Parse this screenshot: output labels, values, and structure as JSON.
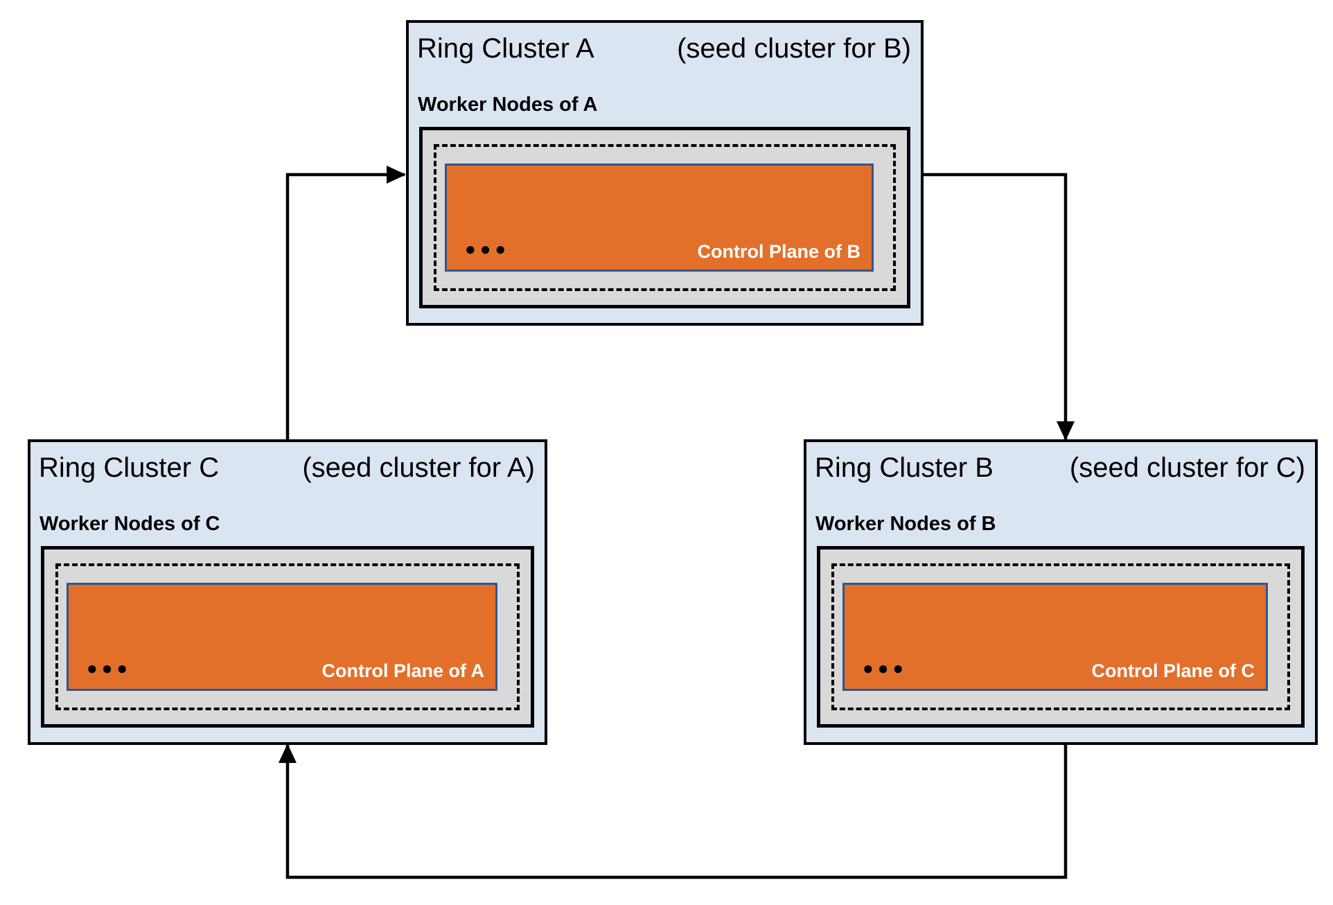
{
  "colors": {
    "page_background": "#ffffff",
    "cluster_fill": "#dbe5f2",
    "cluster_border": "#000000",
    "worker_panel_fill": "#d9d9d9",
    "dashed_boundary_color": "#000000",
    "control_plane_fill": "#e2702b",
    "control_plane_border": "#35548a",
    "control_plane_text": "#ffffff",
    "arrow_color": "#000000"
  },
  "clusters": [
    {
      "id": "A",
      "title": "Ring Cluster A",
      "seed_note": "(seed cluster for B)",
      "worker_label": "Worker Nodes of A",
      "control_plane_label": "Control Plane of B",
      "ellipsis": "●●●"
    },
    {
      "id": "C",
      "title": "Ring Cluster C",
      "seed_note": "(seed cluster for A)",
      "worker_label": "Worker Nodes of C",
      "control_plane_label": "Control Plane of A",
      "ellipsis": "●●●"
    },
    {
      "id": "B",
      "title": "Ring Cluster B",
      "seed_note": "(seed cluster for C)",
      "worker_label": "Worker Nodes of B",
      "control_plane_label": "Control Plane of C",
      "ellipsis": "●●●"
    }
  ],
  "arrows": [
    {
      "from": "Ring Cluster C",
      "to": "Ring Cluster A"
    },
    {
      "from": "Ring Cluster A",
      "to": "Ring Cluster B"
    },
    {
      "from": "Ring Cluster B",
      "to": "Ring Cluster C"
    }
  ]
}
